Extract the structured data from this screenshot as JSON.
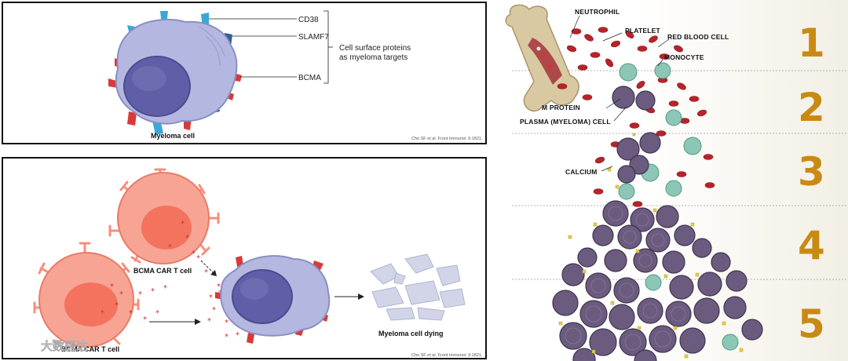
{
  "top_panel": {
    "labels": {
      "cd38": "CD38",
      "slamf7": "SLAMF7",
      "bcma": "BCMA"
    },
    "bracket_text": [
      "Cell surface proteins",
      "as myeloma targets"
    ],
    "cell_caption": "Myeloma cell",
    "citation": "Cho SF et al. Front Immunol. 9:1821."
  },
  "bottom_panel": {
    "car_t_label_top": "BCMA CAR T cell",
    "car_t_label_bottom": "BCMA CAR T cell",
    "dying_label": "Myeloma cell dying",
    "citation": "Cho SF et al. Front Immunol. 9:1821."
  },
  "right_panel": {
    "labels": {
      "neutrophil": "NEUTROPHIL",
      "platelet": "PLATELET",
      "red_blood_cell": "RED BLOOD CELL",
      "monocyte": "MONOCYTE",
      "m_protein": "M PROTEIN",
      "plasma_cell": "PLASMA (MYELOMA) CELL",
      "calcium": "CALCIUM"
    },
    "stages": [
      "1",
      "2",
      "3",
      "4",
      "5"
    ]
  },
  "watermark": "大数医达",
  "colors": {
    "cell_body": "#b4b8e0",
    "nucleus": "#5f5fa8",
    "cd38": "#3aa7d6",
    "slamf7": "#2f5f97",
    "bcma": "#d83a3a",
    "car_t": "#f58f7c",
    "stage_numbers": "#c98a14",
    "rbc": "#b8232a",
    "myeloma_right": "#6b5b7e"
  }
}
